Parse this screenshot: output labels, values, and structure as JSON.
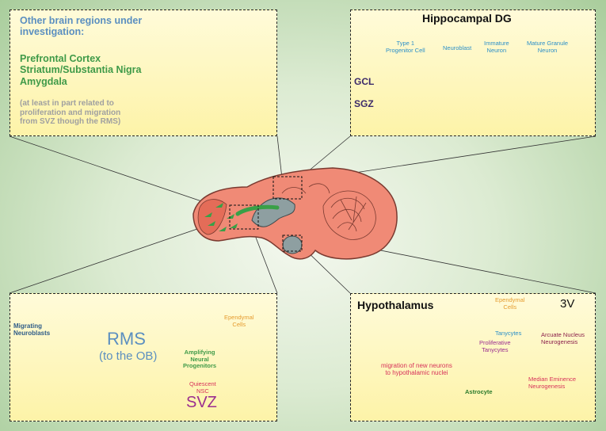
{
  "other_regions": {
    "heading_line1": "Other brain regions under",
    "heading_line2": "investigation:",
    "regions": [
      "Prefrontal Cortex",
      "Striatum/Substantia Nigra",
      "Amygdala"
    ],
    "note_lines": [
      "(at least in part related to",
      "proliferation and migration",
      "from SVZ though the RMS)"
    ]
  },
  "hippocampus": {
    "title": "Hippocampal DG",
    "type1_line1": "Type 1",
    "type1_line2": "Progenitor Cell",
    "neuroblast": "Neuroblast",
    "immature_line1": "Immature",
    "immature_line2": "Neuron",
    "mature_line1": "Mature Granule",
    "mature_line2": "Neuron",
    "gcl": "GCL",
    "sgz": "SGZ"
  },
  "svz_panel": {
    "migrating_line1": "Migrating",
    "migrating_line2": "Neuroblasts",
    "rms": "RMS",
    "rms_sub": "(to the OB)",
    "ependymal_line1": "Ependymal",
    "ependymal_line2": "Cells",
    "amplifying_line1": "Amplifying",
    "amplifying_line2": "Neural",
    "amplifying_line3": "Progenitors",
    "quiescent_line1": "Quiescent",
    "quiescent_line2": "NSC",
    "svz": "SVZ"
  },
  "hypothalamus": {
    "title": "Hypothalamus",
    "ependymal_line1": "Ependymal",
    "ependymal_line2": "Cells",
    "ventricle": "3V",
    "tanycytes": "Tanycytes",
    "prolif_line1": "Proliferative",
    "prolif_line2": "Tanycytes",
    "arcuate_line1": "Arcuate Nucleus",
    "arcuate_line2": "Neurogenesis",
    "migration_line1": "migration of new neurons",
    "migration_line2": "to hypothalamic nuclei",
    "astrocyte": "Astrocyte",
    "median_line1": "Median Eminence",
    "median_line2": "Neurogenesis"
  },
  "colors": {
    "blue_text": "#5b8fc0",
    "green_text": "#3f9a48",
    "grey_text": "#a0a0a0",
    "purple_text": "#9b2f8f",
    "orange_text": "#e59b2e",
    "red_text": "#d7325a",
    "cyan_text": "#2b8fc8",
    "brain": "#f08a76"
  }
}
